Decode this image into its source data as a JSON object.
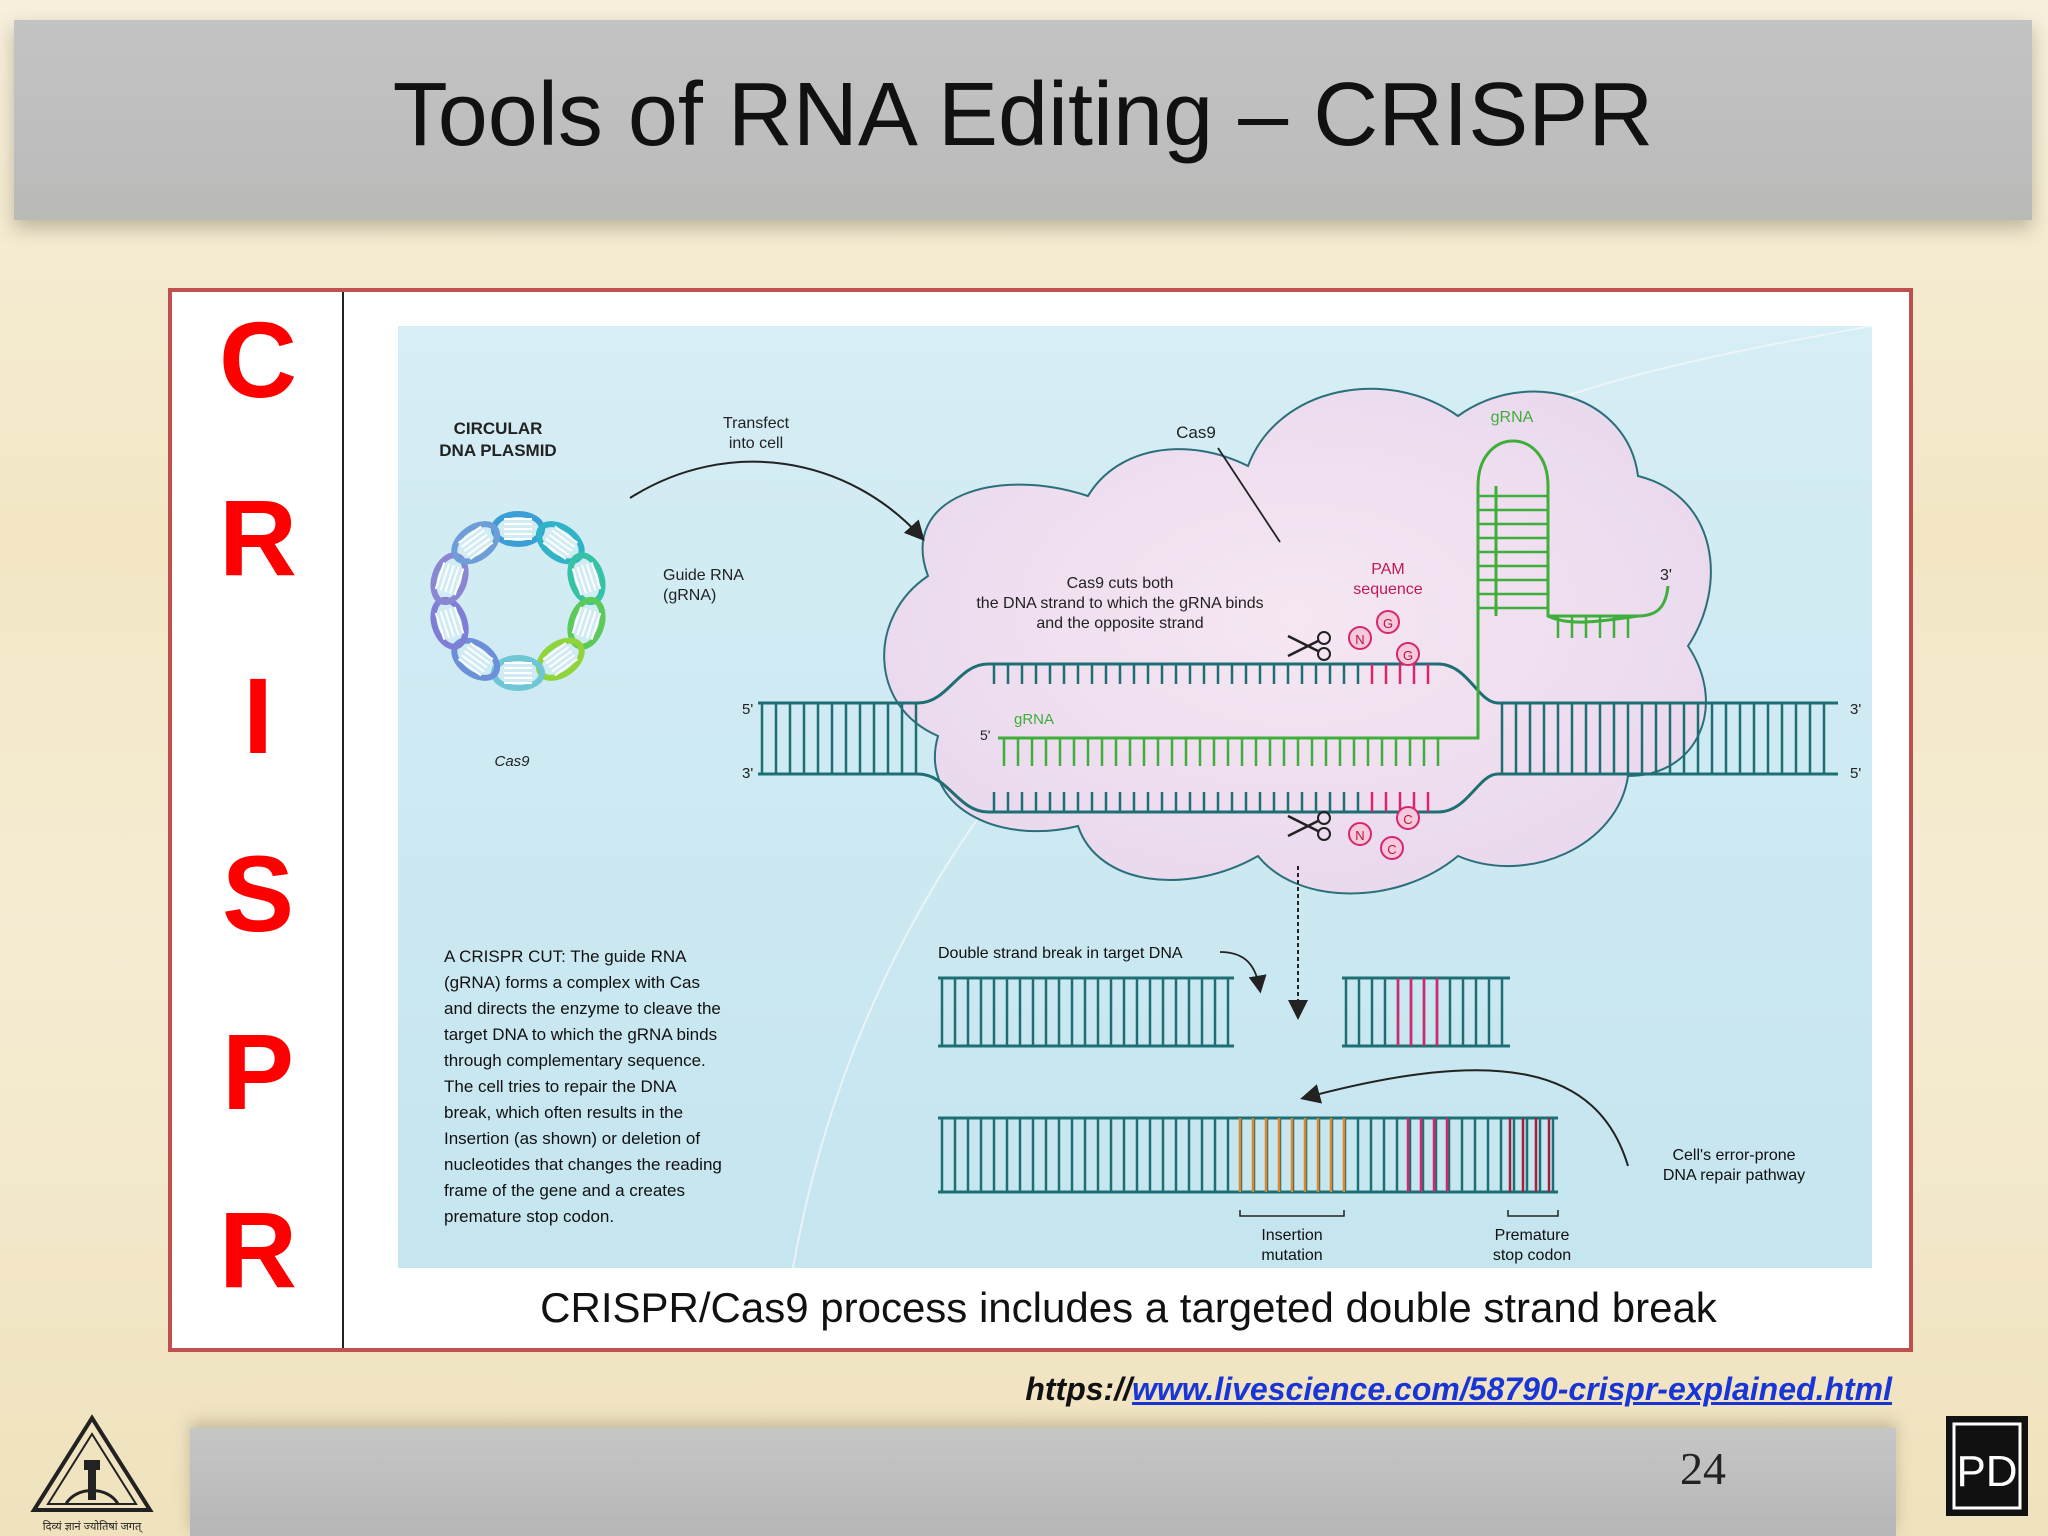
{
  "slide": {
    "title": "Tools of RNA Editing – CRISPR",
    "acronym_letters": [
      "C",
      "R",
      "I",
      "S",
      "P",
      "R"
    ],
    "caption": "CRISPR/Cas9 process includes a targeted double strand break",
    "source_prefix": "https://",
    "source_link_text": "www.livescience.com/58790-crispr-explained.html",
    "page_number": "24",
    "left_logo_text": "दिव्यं ज्ञानं ज्योतिषां जगत्",
    "right_logo_letters": "PD"
  },
  "diagram": {
    "plasmid_label_line1": "CIRCULAR",
    "plasmid_label_line2": "DNA PLASMID",
    "transfect_line1": "Transfect",
    "transfect_line2": "into cell",
    "guide_rna_line1": "Guide RNA",
    "guide_rna_line2": "(gRNA)",
    "cas9_plasmid_label": "Cas9",
    "cas9_label": "Cas9",
    "grna_top_label": "gRNA",
    "three_prime_grna": "3'",
    "cuts_line1": "Cas9 cuts both",
    "cuts_line2": "the DNA strand to which the gRNA binds",
    "cuts_line3": "and the opposite strand",
    "pam_line1": "PAM",
    "pam_line2": "sequence",
    "pam_top_bases": [
      "N",
      "G",
      "G"
    ],
    "pam_bottom_bases": [
      "N",
      "C",
      "C"
    ],
    "five_prime_top_left": "5'",
    "three_prime_bottom_left": "3'",
    "three_prime_top_right": "3'",
    "five_prime_bottom_right": "5'",
    "grna_strand_five_prime": "5'",
    "grna_strand_label": "gRNA",
    "explanation": [
      "A CRISPR CUT: The guide RNA",
      "(gRNA) forms a complex with Cas",
      "and directs the enzyme to cleave the",
      "target DNA to which the gRNA binds",
      "through complementary sequence.",
      "The cell tries to repair the DNA",
      "break, which often results in the",
      "Insertion (as shown) or deletion of",
      "nucleotides that changes the reading",
      "frame of the gene and a creates",
      "premature stop codon."
    ],
    "dsb_label": "Double strand break in target DNA",
    "repair_line1": "Cell's error-prone",
    "repair_line2": "DNA repair pathway",
    "insertion_line1": "Insertion",
    "insertion_line2": "mutation",
    "stop_line1": "Premature",
    "stop_line2": "stop codon"
  },
  "colors": {
    "title_bar": "#bfbfbf",
    "frame_border": "#c0504d",
    "acronym": "#ff0000",
    "link": "#1a35d6",
    "diagram_bg": "#cde9f2",
    "cell_fill": "#f3e0ee",
    "dna_teal": "#1e6f73",
    "grna_green": "#3fae3a",
    "pam_pink": "#d6266e",
    "insertion_orange": "#e0862a",
    "stop_red": "#a3203c"
  }
}
